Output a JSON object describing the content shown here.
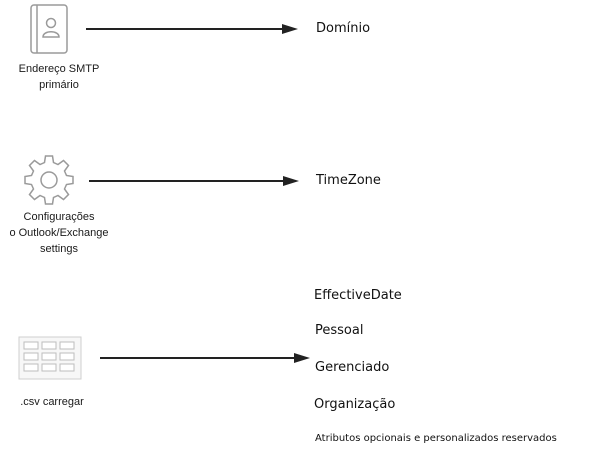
{
  "sources": {
    "smtp": {
      "line1": "Endereço SMTP",
      "line2": "primário",
      "icon": "contact-book-icon"
    },
    "settings": {
      "line1": "Configurações",
      "line2": "o Outlook/Exchange",
      "line3": "settings",
      "icon": "gear-icon"
    },
    "csv": {
      "line1": ".csv carregar",
      "icon": "grid-table-icon"
    }
  },
  "targets": {
    "dominio": "Domínio",
    "timezone": "TimeZone",
    "effective_date": "EffectiveDate",
    "pessoal": "Pessoal",
    "gerenciado": "Gerenciado",
    "organizacao": "Organização",
    "atributos": "Atributos opcionais e personalizados reservados"
  },
  "colors": {
    "icon_stroke": "#9a9a9a",
    "arrow": "#222222"
  }
}
